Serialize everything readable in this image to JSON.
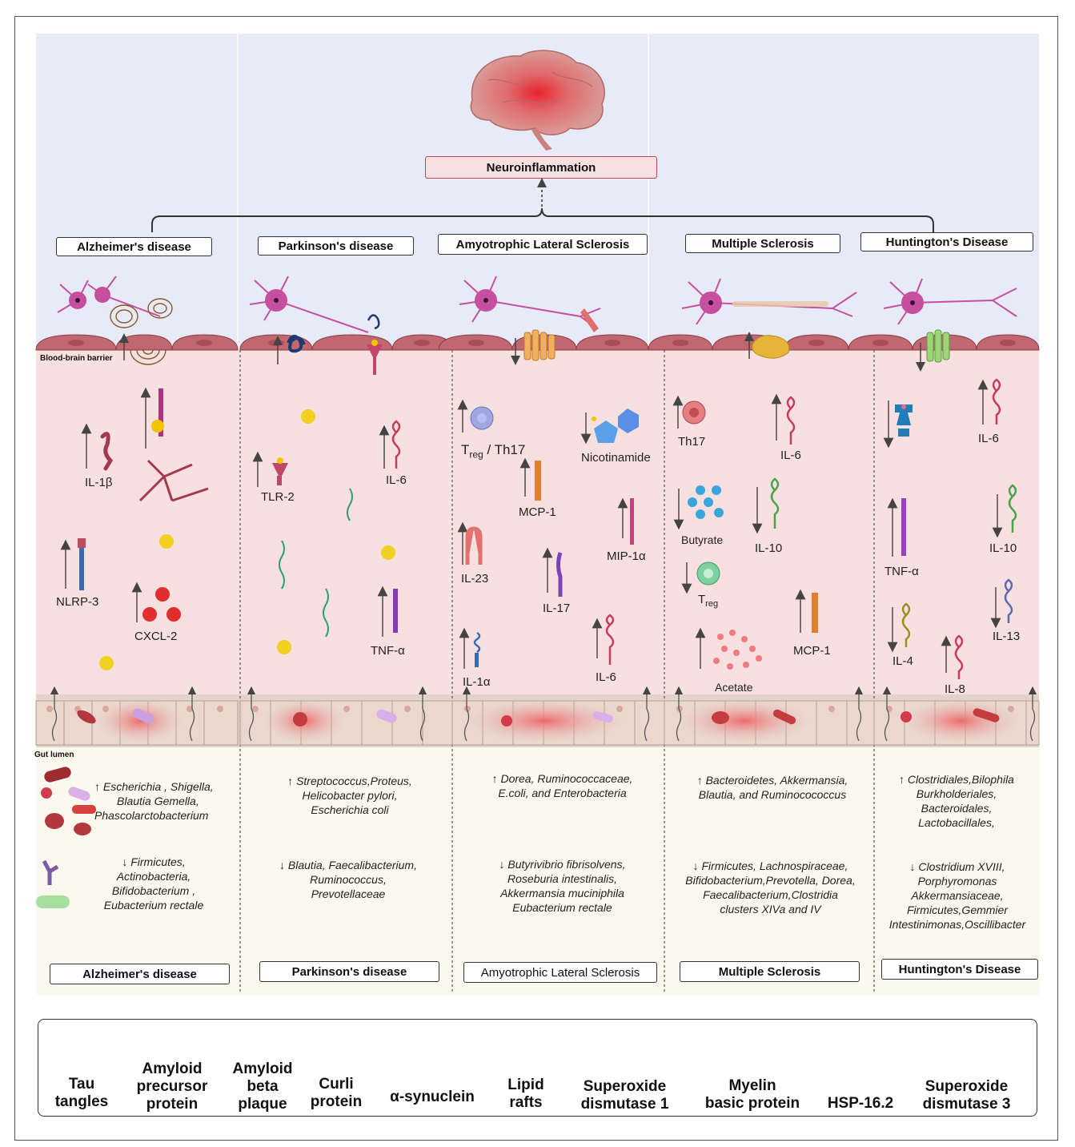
{
  "colors": {
    "top_bg": "#e6ebf7",
    "mid_bg": "#f8dfe0",
    "gut_bg": "#e4d3cb",
    "lumen_bg": "#fbf9ee",
    "neuro_box": "#fbe0e2",
    "neuron": "#c64fa0",
    "cell": "#c1676f"
  },
  "neuroinflammation": "Neuroinflammation",
  "bbb_label": "Blood-brain barrier",
  "gut_lumen_label": "Gut lumen",
  "diseases": [
    "Alzheimer's disease",
    "Parkinson's disease",
    "Amyotrophic Lateral Sclerosis",
    "Multiple Sclerosis",
    "Huntington's Disease"
  ],
  "markers": {
    "ad": {
      "il1b": "IL-1β",
      "nlrp3": "NLRP-3",
      "cxcl2": "CXCL-2"
    },
    "pd": {
      "tlr2": "TLR-2",
      "il6": "IL-6",
      "tnfa": "TNF-α"
    },
    "als": {
      "treg_main": "T",
      "treg_sub": "reg",
      "treg_rest": " / Th17",
      "nicotinamide": "Nicotinamide",
      "mcp1": "MCP-1",
      "il23": "IL-23",
      "mip1a": "MIP-1α",
      "il17": "IL-17",
      "il1a": "IL-1α",
      "il6": "IL-6"
    },
    "ms": {
      "th17": "Th17",
      "il6": "IL-6",
      "butyrate": "Butyrate",
      "il10": "IL-10",
      "treg_main": "T",
      "treg_sub": "reg",
      "acetate": "Acetate",
      "mcp1": "MCP-1"
    },
    "hd": {
      "il6": "IL-6",
      "tnfa": "TNF-α",
      "il10": "IL-10",
      "il13": "IL-13",
      "il4": "IL-4",
      "il8": "IL-8"
    }
  },
  "bacteria": {
    "ad": {
      "up": [
        "Escherichia , Shigella,",
        "Blautia Gemella,",
        "Phascolarctobacterium"
      ],
      "down": [
        "Firmicutes,",
        "Actinobacteria,",
        "Bifidobacterium ,",
        "Eubacterium rectale"
      ]
    },
    "pd": {
      "up": [
        "Streptococcus,Proteus,",
        "Helicobacter pylori,",
        "Escherichia coli"
      ],
      "down": [
        "Blautia, Faecalibacterium,",
        "Ruminococcus,",
        "Prevotellaceae"
      ]
    },
    "als": {
      "up": [
        "Dorea, Ruminococcaceae,",
        "E.coli, and Enterobacteria"
      ],
      "down": [
        "Butyrivibrio fibrisolvens,",
        "Roseburia intestinalis,",
        "Akkermansia muciniphila",
        "Eubacterium rectale"
      ]
    },
    "ms": {
      "up": [
        "Bacteroidetes, Akkermansia,",
        "Blautia, and Ruminocococcus"
      ],
      "down": [
        "Firmicutes, Lachnospiraceae,",
        "Bifidobacterium,Prevotella, Dorea,",
        "Faecalibacterium,Clostridia",
        "clusters XIVa and IV"
      ]
    },
    "hd": {
      "up": [
        "Clostridiales,Bilophila",
        "Burkholderiales,",
        "Bacteroidales,",
        "Lactobacillales,"
      ],
      "down": [
        "Clostridium XVIII,",
        "Porphyromonas",
        "Akkermansiaceae,",
        "Firmicutes,Gemmier",
        "Intestinimonas,Oscillibacter"
      ]
    }
  },
  "legend": [
    {
      "icon": "tau-tangles-icon",
      "l1": "Tau",
      "l2": "tangles",
      "l3": ""
    },
    {
      "icon": "amyloid-precursor-icon",
      "l1": "Amyloid",
      "l2": "precursor",
      "l3": "protein"
    },
    {
      "icon": "amyloid-plaque-icon",
      "l1": "Amyloid",
      "l2": "beta",
      "l3": "plaque"
    },
    {
      "icon": "curli-icon",
      "l1": "Curli",
      "l2": "protein",
      "l3": ""
    },
    {
      "icon": "synuclein-icon",
      "l1": "α-synuclein",
      "l2": "",
      "l3": ""
    },
    {
      "icon": "lipid-raft-icon",
      "l1": "Lipid",
      "l2": "rafts",
      "l3": ""
    },
    {
      "icon": "sod1-icon",
      "l1": "Superoxide",
      "l2": "dismutase 1",
      "l3": ""
    },
    {
      "icon": "myelin-icon",
      "l1": "Myelin",
      "l2": "basic protein",
      "l3": ""
    },
    {
      "icon": "hsp-icon",
      "l1": "HSP-16.2",
      "l2": "",
      "l3": ""
    },
    {
      "icon": "sod3-icon",
      "l1": "Superoxide",
      "l2": "dismutase 3",
      "l3": ""
    }
  ]
}
